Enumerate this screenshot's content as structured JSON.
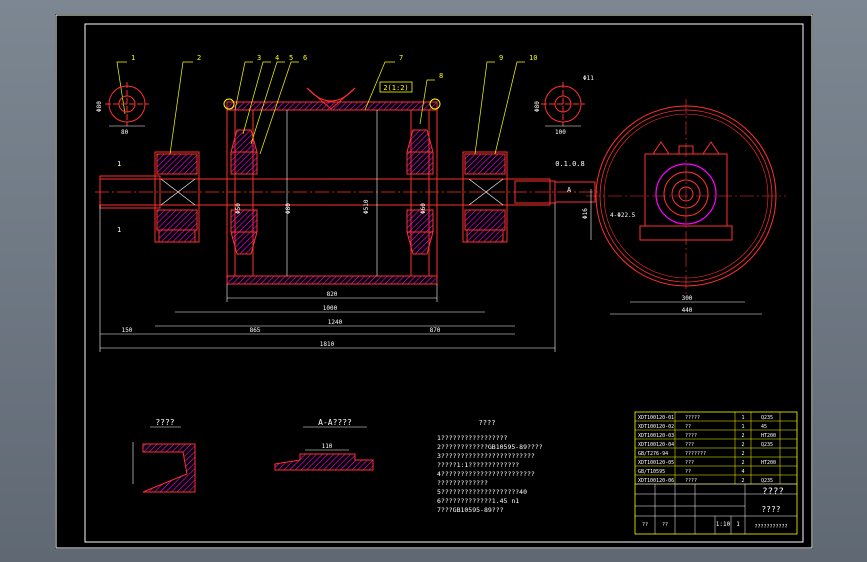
{
  "colors": {
    "border": "#ffffff",
    "body": "#ff3030",
    "hatch": "#ff00ff",
    "callout": "#ffff00",
    "dimension": "#ffffff",
    "table": "#ffff00"
  },
  "callouts": [
    "1",
    "2",
    "3",
    "4",
    "5",
    "6",
    "7",
    "8",
    "9",
    "10"
  ],
  "main_view": {
    "section_mark": "A",
    "bearing_label": "1",
    "shaft_label": "1",
    "callout_box": "2(1:2)",
    "side_tag": "0.1.0.8",
    "tolerance_tag": "Φ11"
  },
  "dimensions": {
    "shell_length": "820",
    "mid_length": "1000",
    "bearing_span": "1240",
    "left_stub": "150",
    "left_part": "865",
    "right_part": "870",
    "overall": "1810",
    "center_height": "Φ510",
    "shaft_dia_1": "Φ50",
    "shaft_dia_2": "Φ60",
    "bore": "Φ80",
    "side_width": "300",
    "side_base": "440",
    "side_h": "Φ16",
    "side_note": "4-Φ22.5",
    "detail_1_dia": "Φ80",
    "detail_1_w": "80",
    "detail_2_dia": "Φ80",
    "detail_2_w": "100"
  },
  "lower": {
    "detail_title": "????",
    "section_title": "A-A????",
    "section_dim": "110",
    "notes_title": "????",
    "notes": [
      "1?????????????????",
      "2????????????GB10595-89????",
      "3????????????????????????",
      "   ?????1:1?????????????",
      "4????????????????????????",
      "   ?????????????",
      "5????????????????????40",
      "6?????????????1.45 n1",
      "7???GB10595-89???"
    ]
  },
  "title_block": {
    "rows": [
      {
        "code": "XDT100120-01",
        "name": "?????",
        "qty": "1",
        "mat": "Q235"
      },
      {
        "code": "XDT100120-02",
        "name": "??",
        "qty": "1",
        "mat": "45"
      },
      {
        "code": "XDT100120-03",
        "name": "????",
        "qty": "2",
        "mat": "HT200"
      },
      {
        "code": "XDT100120-04",
        "name": "???",
        "qty": "2",
        "mat": "Q235"
      },
      {
        "code": "GB/T276-94",
        "name": "???????",
        "qty": "2",
        "mat": ""
      },
      {
        "code": "XDT100120-05",
        "name": "???",
        "qty": "2",
        "mat": "HT200"
      },
      {
        "code": "GB/T10595",
        "name": "??",
        "qty": "4",
        "mat": ""
      },
      {
        "code": "XDT100120-06",
        "name": "????",
        "qty": "2",
        "mat": "Q235"
      }
    ],
    "title": "????",
    "subtitle": "????",
    "scale": "1:10",
    "sheet": "1",
    "school": "???????????",
    "drawn": "??",
    "checked": "??"
  }
}
